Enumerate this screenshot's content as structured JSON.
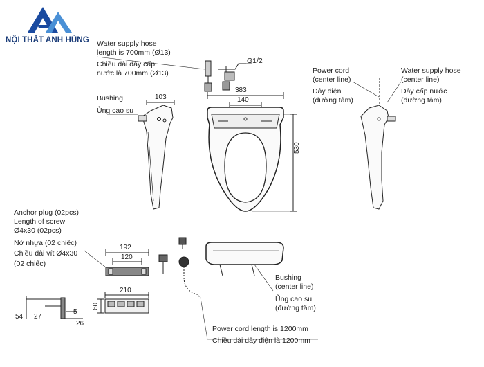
{
  "brand": {
    "name": "NỘI THẤT ANH HÙNG",
    "logo": "anh-hung-logo"
  },
  "labels": {
    "water_hose_en_1": "Water supply hose",
    "water_hose_en_2": "length is 700mm (Ø13)",
    "water_hose_vi_1": "Chiều dài dây cấp",
    "water_hose_vi_2": "nước là 700mm (Ø13)",
    "g12": "G1/2",
    "bushing_en": "Bushing",
    "bushing_vi": "Ủng cao su",
    "power_cord_en_1": "Power cord",
    "power_cord_en_2": "(center line)",
    "power_cord_vi_1": "Dây điện",
    "power_cord_vi_2": "(đường tâm)",
    "water_right_en_1": "Water supply hose",
    "water_right_en_2": "(center line)",
    "water_right_vi_1": "Dây cấp nước",
    "water_right_vi_2": "(đường tâm)",
    "anchor_en_1": "Anchor plug (02pcs)",
    "anchor_en_2": "Length of screw",
    "anchor_en_3": "Ø4x30 (02pcs)",
    "anchor_vi_1": "Nở nhựa (02 chiếc)",
    "anchor_vi_2": "Chiều dài vít Ø4x30",
    "anchor_vi_3": "(02 chiếc)",
    "bushing2_en_1": "Bushing",
    "bushing2_en_2": "(center line)",
    "bushing2_vi_1": "Ủng cao su",
    "bushing2_vi_2": "(đường tâm)",
    "cord_len_en": "Power cord length is 1200mm",
    "cord_len_vi": "Chiều dài dây điện là 1200mm"
  },
  "dimensions": {
    "d103": "103",
    "d383": "383",
    "d140": "140",
    "d530": "530",
    "d192": "192",
    "d120": "120",
    "d210": "210",
    "d60": "60",
    "d54": "54",
    "d27": "27",
    "d5": "5",
    "d26": "26"
  }
}
